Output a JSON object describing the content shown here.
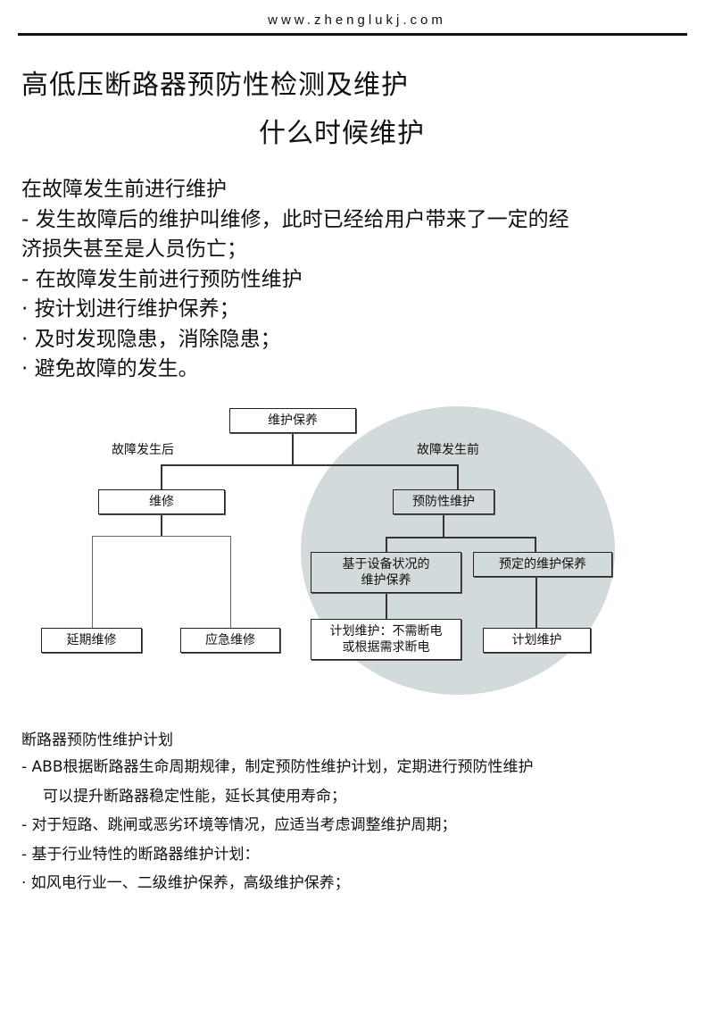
{
  "header": {
    "url": "www.zhenglukj.com"
  },
  "title": {
    "line1": "高低压断路器预防性检测及维护",
    "line2": "什么时候维护"
  },
  "intro": [
    "在故障发生前进行维护",
    "- 发生故障后的维护叫维修，此时已经给用户带来了一定的经",
    "济损失甚至是人员伤亡；",
    "- 在故障发生前进行预防性维护",
    "· 按计划进行维护保养；",
    "· 及时发现隐患，消除隐患；",
    "· 避免故障的发生。"
  ],
  "diagram": {
    "root": "维护保养",
    "left_label": "故障发生后",
    "right_label": "故障发生前",
    "repair": "维修",
    "preventive": "预防性维护",
    "deferred": "延期维修",
    "emergency": "应急维修",
    "condition_based": [
      "基于设备状况的",
      "维护保养"
    ],
    "scheduled": "预定的维护保养",
    "planned_outage": [
      "计划维护：不需断电",
      "或根据需求断电"
    ],
    "planned": "计划维护",
    "highlight_color": "#d3dadb"
  },
  "plan": {
    "heading": "断路器预防性维护计划",
    "lines": [
      "- ABB根据断路器生命周期规律，制定预防性维护计划，定期进行预防性维护",
      "可以提升断路器稳定性能，延长其使用寿命；",
      "- 对于短路、跳闸或恶劣环境等情况，应适当考虑调整维护周期；",
      "- 基于行业特性的断路器维护计划：",
      "· 如风电行业一、二级维护保养，高级维护保养；"
    ]
  }
}
